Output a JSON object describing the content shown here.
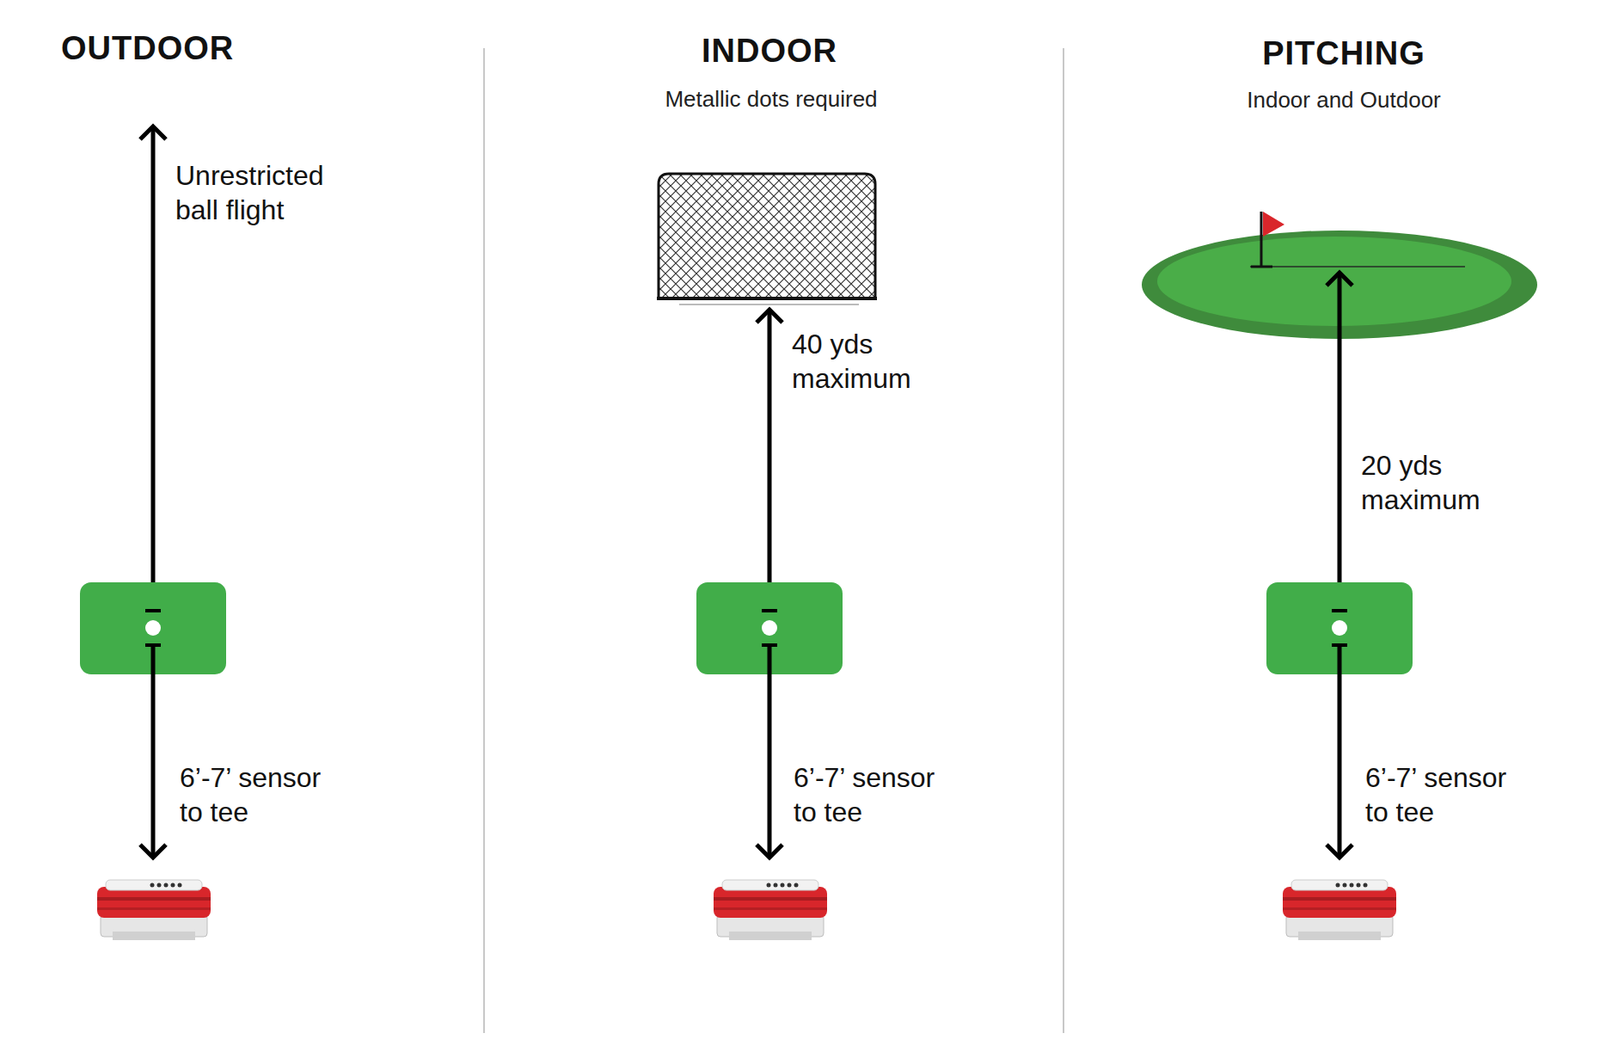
{
  "diagram": {
    "labels": [
      "OUTDOOR",
      "Unrestricted ball flight",
      "6’-7’ sensor to tee",
      "INDOOR",
      "Metallic dots required",
      "40 yds maximum",
      "6’-7’ sensor to tee",
      "PITCHING",
      "Indoor and Outdoor",
      "20 yds maximum",
      "6’-7’ sensor to tee"
    ]
  }
}
